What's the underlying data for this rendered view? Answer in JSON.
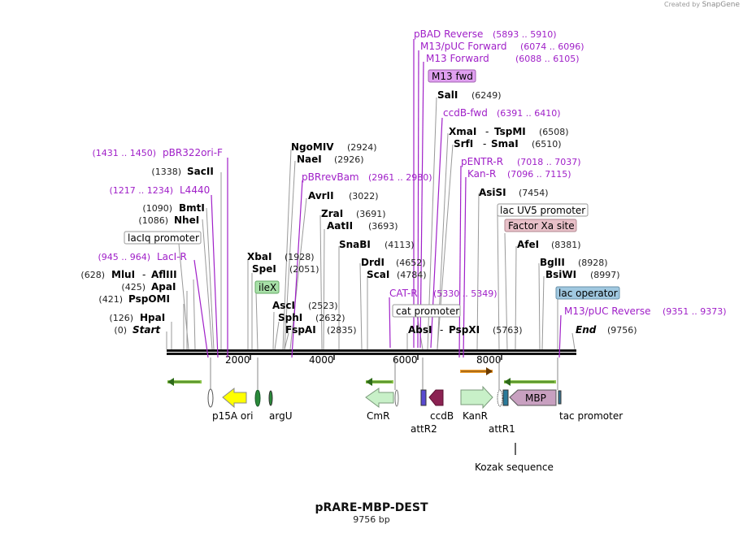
{
  "credit": {
    "prefix": "Created by",
    "brand": "SnapGene"
  },
  "map": {
    "name": "pRARE-MBP-DEST",
    "length": "9756 bp"
  },
  "ticks": [
    "2000",
    "4000",
    "6000",
    "8000"
  ],
  "sites": [
    {
      "pos": "(0)",
      "name": "Start",
      "italic": true
    },
    {
      "pos": "(126)",
      "name": "HpaI"
    },
    {
      "pos": "(421)",
      "name": "PspOMI"
    },
    {
      "pos": "(425)",
      "name": "ApaI"
    },
    {
      "pos": "(628)",
      "name": "MluI",
      "name2": "AflIII"
    },
    {
      "pos": "(1086)",
      "name": "NheI"
    },
    {
      "pos": "(1090)",
      "name": "BmtI"
    },
    {
      "pos": "(1338)",
      "name": "SacII"
    },
    {
      "name": "XbaI",
      "pos": "(1928)"
    },
    {
      "name": "SpeI",
      "pos": "(2051)"
    },
    {
      "name": "NgoMIV",
      "pos": "(2924)"
    },
    {
      "name": "NaeI",
      "pos": "(2926)"
    },
    {
      "name": "AvrII",
      "pos": "(3022)"
    },
    {
      "name": "ZraI",
      "pos": "(3691)"
    },
    {
      "name": "AatII",
      "pos": "(3693)"
    },
    {
      "name": "SnaBI",
      "pos": "(4113)"
    },
    {
      "name": "AscI",
      "pos": "(2523)"
    },
    {
      "name": "SphI",
      "pos": "(2632)"
    },
    {
      "name": "FspAI",
      "pos": "(2835)"
    },
    {
      "name": "DrdI",
      "pos": "(4652)"
    },
    {
      "name": "ScaI",
      "pos": "(4784)"
    },
    {
      "name": "AbsI",
      "name2": "PspXI",
      "pos": "(5763)"
    },
    {
      "name": "SalI",
      "pos": "(6249)"
    },
    {
      "name": "XmaI",
      "name2": "TspMI",
      "pos": "(6508)"
    },
    {
      "name": "SrfI",
      "name2": "SmaI",
      "pos": "(6510)"
    },
    {
      "name": "AsiSI",
      "pos": "(7454)"
    },
    {
      "name": "AfeI",
      "pos": "(8381)"
    },
    {
      "name": "BglII",
      "pos": "(8928)"
    },
    {
      "name": "BsiWI",
      "pos": "(8997)"
    },
    {
      "name": "End",
      "pos": "(9756)",
      "italic": true
    }
  ],
  "primers": [
    {
      "range": "(1431 .. 1450)",
      "name": "pBR322ori-F"
    },
    {
      "range": "(1217 .. 1234)",
      "name": "L4440"
    },
    {
      "range": "(945 .. 964)",
      "name": "LacI-R"
    },
    {
      "name": "pBRrevBam",
      "range": "(2961 .. 2980)"
    },
    {
      "name": "pBAD Reverse",
      "range": "(5893 .. 5910)"
    },
    {
      "name": "M13/pUC Forward",
      "range": "(6074 .. 6096)"
    },
    {
      "name": "M13 Forward",
      "range": "(6088 .. 6105)"
    },
    {
      "name": "ccdB-fwd",
      "range": "(6391 .. 6410)"
    },
    {
      "name": "pENTR-R",
      "range": "(7018 .. 7037)"
    },
    {
      "name": "Kan-R",
      "range": "(7096 .. 7115)"
    },
    {
      "name": "CAT-R",
      "range": "(5330 .. 5349)"
    },
    {
      "name": "M13/pUC Reverse",
      "range": "(9351 .. 9373)"
    }
  ],
  "boxes": [
    "lacIq promoter",
    "ileX",
    "cat promoter",
    "M13 fwd",
    "lac UV5 promoter",
    "Factor Xa site",
    "lac operator"
  ],
  "features": [
    "p15A ori",
    "argU",
    "CmR",
    "ccdB",
    "attR2",
    "KanR",
    "attR1",
    "MBP",
    "tac promoter",
    "Kozak sequence"
  ],
  "colors": {
    "primer": "#a020c8",
    "green_arrow": "#8bc34a",
    "orange_arrow": "#f0a030",
    "cmr": "#c8f0c8",
    "kanr": "#c8f0c8",
    "p15a_ori": "#ffff00",
    "ileX_box": "#a8e0a8",
    "mbp": "#c8a0c0",
    "ccdb": "#8b2252",
    "lac_operator_box": "#a0c8e0",
    "factor_xa_box": "#e8c0c8",
    "m13_fwd_box": "#e0a0f0"
  }
}
